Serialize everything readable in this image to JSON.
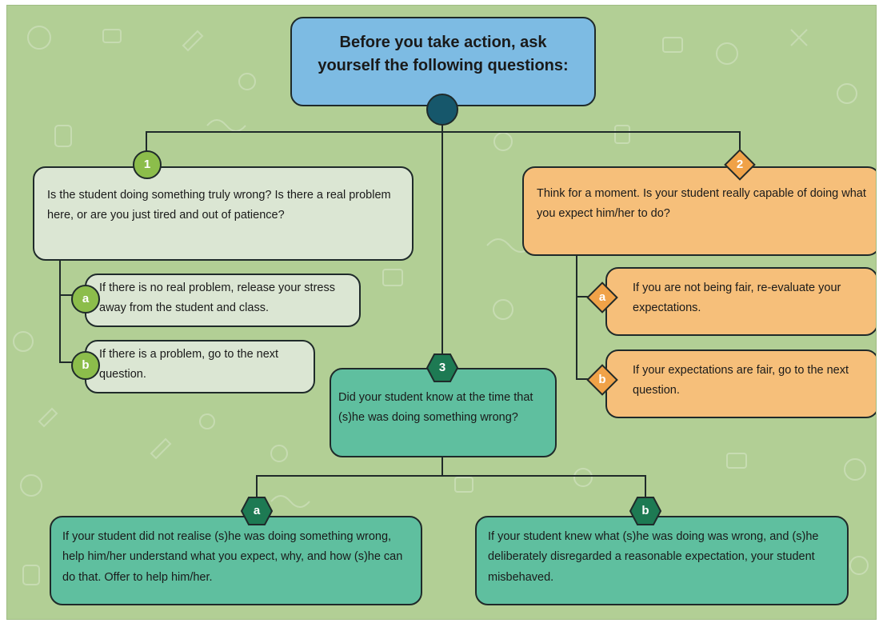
{
  "title": {
    "line1": "Before you take action, ask",
    "line2": "yourself the following questions:"
  },
  "questions": [
    {
      "number": "1",
      "text": "Is the student doing something truly wrong? Is there a real problem here, or are you just tired and out of patience?",
      "options": [
        {
          "letter": "a",
          "text": "If there is no real problem, release your stress away from the student and class."
        },
        {
          "letter": "b",
          "text": "If there is a problem, go to the next question."
        }
      ]
    },
    {
      "number": "2",
      "text": "Think for a moment. Is your student really capable of doing what you expect him/her to do?",
      "options": [
        {
          "letter": "a",
          "text": "If you are not being fair, re-evaluate your expectations."
        },
        {
          "letter": "b",
          "text": "If your expectations are fair, go to the next question."
        }
      ]
    },
    {
      "number": "3",
      "text": "Did your student know at the time that (s)he was doing something wrong?",
      "options": [
        {
          "letter": "a",
          "text": "If your student did not realise (s)he was doing something wrong, help him/her understand what you expect, why, and how (s)he can do that. Offer to help him/her."
        },
        {
          "letter": "b",
          "text": "If your student knew what (s)he was doing was wrong, and (s)he deliberately disregarded a reasonable expectation, your student misbehaved."
        }
      ]
    }
  ],
  "colors": {
    "background": "#b2cf95",
    "title_box": "#7dbbe3",
    "q1_box": "#dbe6d3",
    "q1_badge": "#8cbd4b",
    "q2_box": "#f6bf7a",
    "q2_badge": "#f0a248",
    "q3_box": "#5fbf9f",
    "q3_badge": "#1d7a53",
    "connector": "#1f2a2a"
  }
}
